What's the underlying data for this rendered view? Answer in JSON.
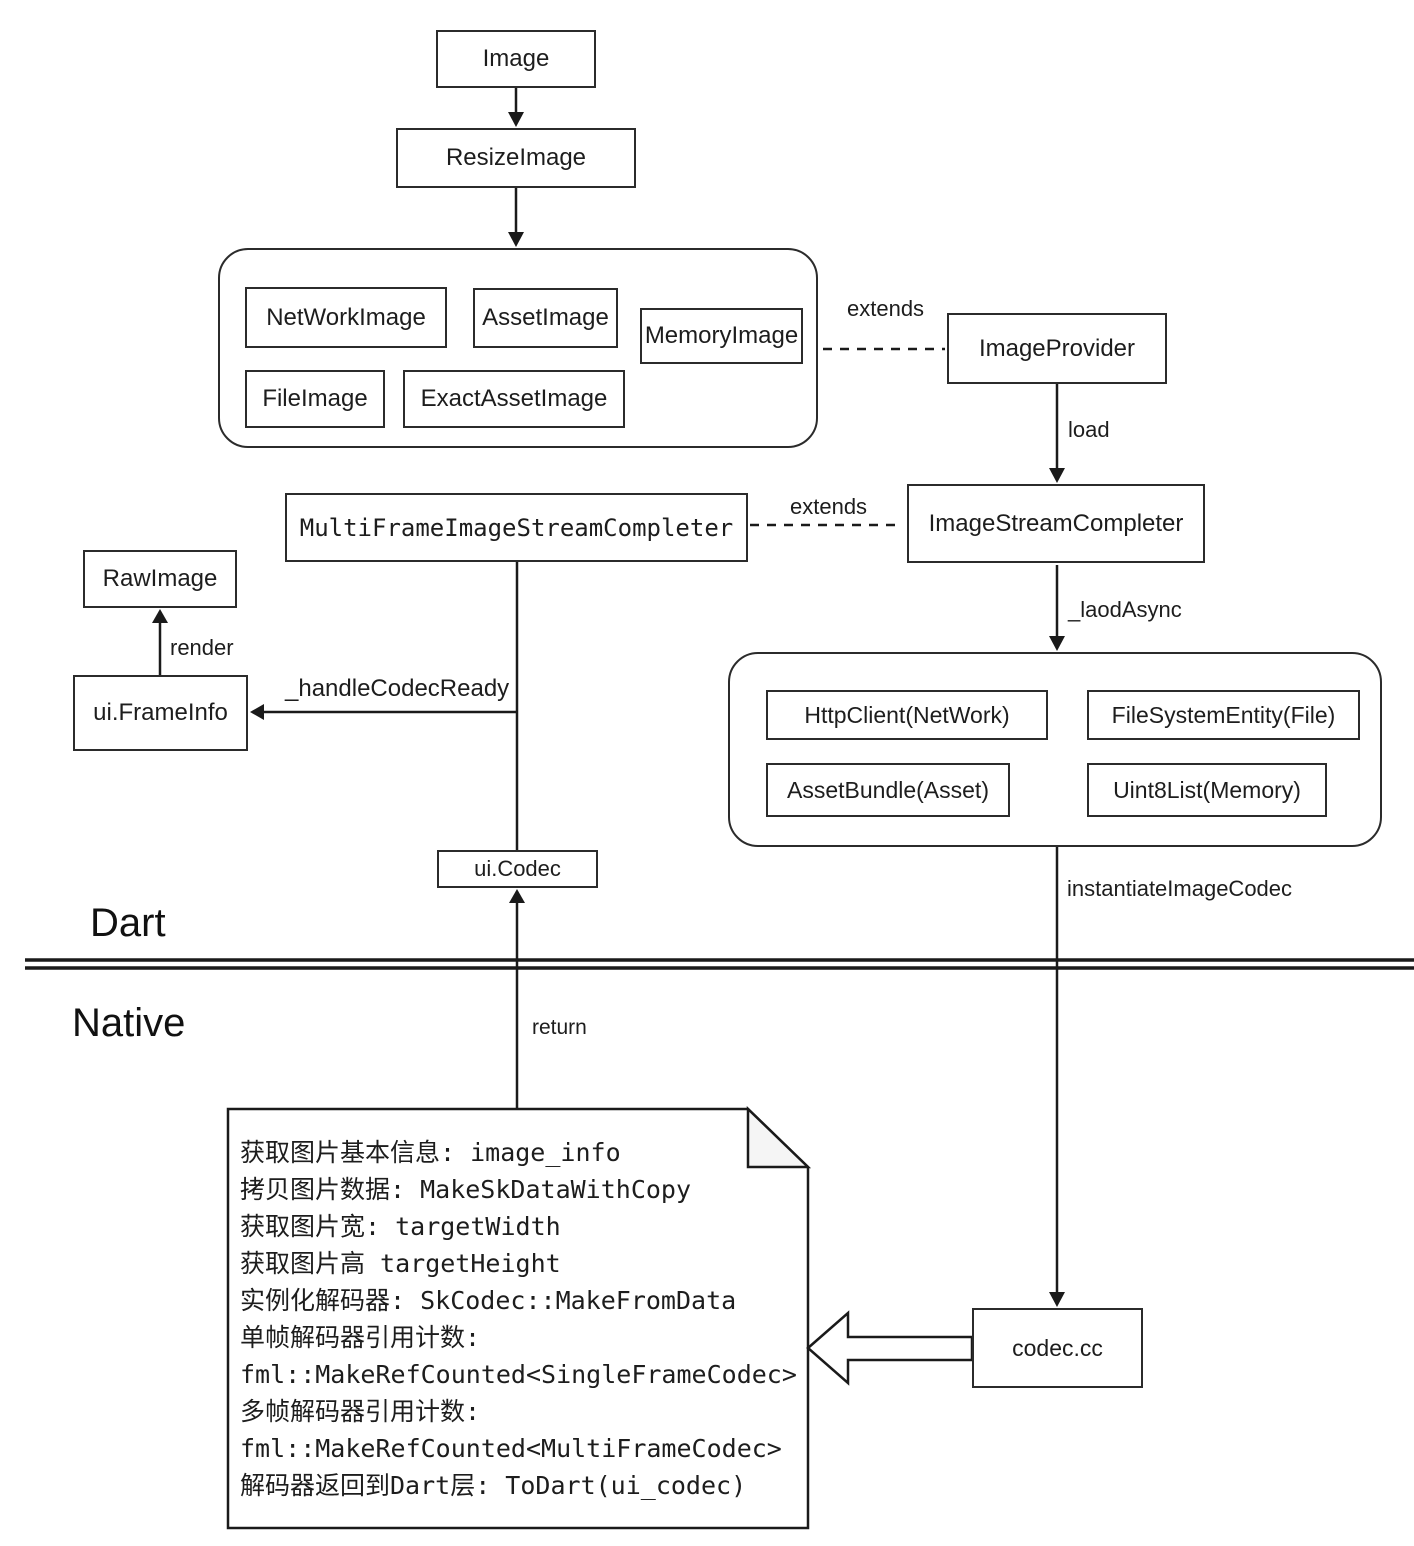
{
  "colors": {
    "line": "#1a1a1a",
    "box_border": "#2b2b2b",
    "background": "#ffffff",
    "note_fold_fill": "#f5f5f5"
  },
  "layers": {
    "dart": "Dart",
    "native": "Native"
  },
  "nodes": {
    "image": "Image",
    "resize_image": "ResizeImage",
    "network_image": "NetWorkImage",
    "asset_image": "AssetImage",
    "memory_image": "MemoryImage",
    "file_image": "FileImage",
    "exact_asset_image": "ExactAssetImage",
    "image_provider": "ImageProvider",
    "multi_frame_image_stream_completer": "MultiFrameImageStreamCompleter",
    "image_stream_completer": "ImageStreamCompleter",
    "raw_image": "RawImage",
    "ui_frame_info": "ui.FrameInfo",
    "http_client": "HttpClient(NetWork)",
    "file_system_entity": "FileSystemEntity(File)",
    "asset_bundle": "AssetBundle(Asset)",
    "uint8_list": "Uint8List(Memory)",
    "ui_codec": "ui.Codec",
    "codec_cc": "codec.cc"
  },
  "edge_labels": {
    "extends_image_provider": "extends",
    "load": "load",
    "extends_stream_completer": "extends",
    "laod_async": "_laodAsync",
    "render": "render",
    "handle_codec_ready": "_handleCodecReady",
    "instantiate_image_codec": "instantiateImageCodec",
    "return": "return"
  },
  "note": {
    "lines": [
      "获取图片基本信息: image_info",
      "拷贝图片数据: MakeSkDataWithCopy",
      "获取图片宽: targetWidth",
      "获取图片高 targetHeight",
      "实例化解码器: SkCodec::MakeFromData",
      "单帧解码器引用计数:",
      "fml::MakeRefCounted<SingleFrameCodec>",
      "多帧解码器引用计数:",
      "fml::MakeRefCounted<MultiFrameCodec>",
      "解码器返回到Dart层: ToDart(ui_codec)"
    ]
  }
}
